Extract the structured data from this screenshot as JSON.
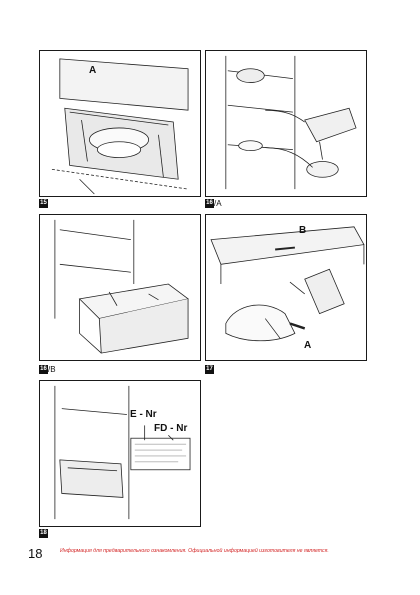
{
  "figures": [
    {
      "id": "fig1",
      "number": "15",
      "suffix": ""
    },
    {
      "id": "fig2",
      "number": "16",
      "suffix": "/A"
    },
    {
      "id": "fig3",
      "number": "16",
      "suffix": "/B"
    },
    {
      "id": "fig4",
      "number": "17",
      "suffix": ""
    },
    {
      "id": "fig5",
      "number": "18",
      "suffix": ""
    }
  ],
  "labels": {
    "fig1_A": "A",
    "fig4_B": "B",
    "fig4_A": "A",
    "fig5_enr": "E - Nr",
    "fig5_fdnr": "FD - Nr"
  },
  "footer": {
    "page_number": "18",
    "disclaimer": "Информация для предварительного ознакомления. Официальной информацией изготовителя не является."
  }
}
